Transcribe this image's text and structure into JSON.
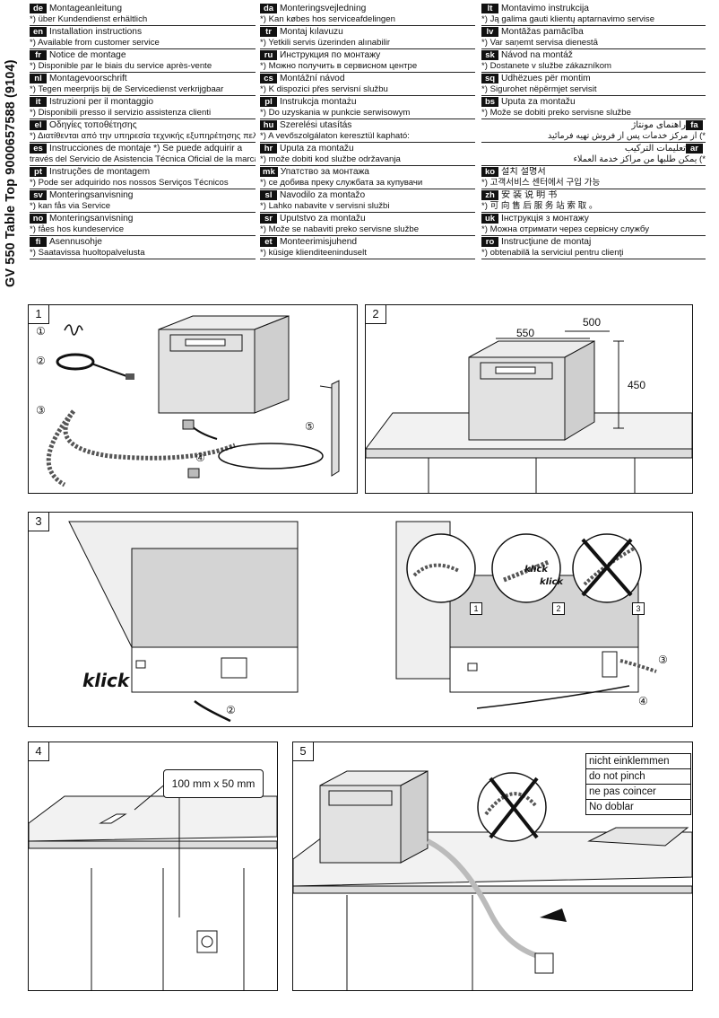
{
  "side_title": "GV 550 Table Top 9000657588 (9104)",
  "languages": [
    [
      {
        "code": "de",
        "title": "Montageanleitung",
        "note": "*) über Kundendienst erhältlich"
      },
      {
        "code": "en",
        "title": "Installation instructions",
        "note": "*) Available from customer service"
      },
      {
        "code": "fr",
        "title": "Notice de montage",
        "note": "*) Disponible par le biais du service après-vente"
      },
      {
        "code": "nl",
        "title": "Montagevoorschrift",
        "note": "*) Tegen meerprijs bij de Servicedienst verkrijgbaar"
      },
      {
        "code": "it",
        "title": "Istruzioni per il montaggio",
        "note": "*) Disponibili presso il servizio assistenza clienti"
      },
      {
        "code": "el",
        "title": "Οδηγίες τοποθέτησης",
        "note": "*) Διατίθενται από την υπηρεσία τεχνικής εξυπηρέτησης πελατών"
      },
      {
        "code": "es",
        "title": "Instrucciones de montaje   *) Se puede adquirir a",
        "note": "través del Servicio de Asistencia Técnica Oficial de la marca"
      },
      {
        "code": "pt",
        "title": "Instruções de montagem",
        "note": "*) Pode ser adquirido nos nossos Serviços Técnicos"
      },
      {
        "code": "sv",
        "title": "Monteringsanvisning",
        "note": "*) kan fås via Service"
      },
      {
        "code": "no",
        "title": "Monteringsanvisning",
        "note": "*) fåes hos kundeservice"
      },
      {
        "code": "fi",
        "title": "Asennusohje",
        "note": "*) Saatavissa huoltopalvelusta"
      }
    ],
    [
      {
        "code": "da",
        "title": "Monteringsvejledning",
        "note": "*) Kan købes hos serviceafdelingen"
      },
      {
        "code": "tr",
        "title": "Montaj kılavuzu",
        "note": "*) Yetkili servis üzerinden alınabilir"
      },
      {
        "code": "ru",
        "title": "Инструкция по монтажу",
        "note": "*) Можно получить в сервисном центре"
      },
      {
        "code": "cs",
        "title": "Montážní návod",
        "note": "*) K dispozici přes servisní službu"
      },
      {
        "code": "pl",
        "title": "Instrukcja montażu",
        "note": "*) Do uzyskania w punkcie serwisowym"
      },
      {
        "code": "hu",
        "title": "Szerelési utasítás",
        "note": "*) A vevőszolgálaton keresztül kapható:"
      },
      {
        "code": "hr",
        "title": "Uputa za montažu",
        "note": "*) može dobiti kod službe održavanja"
      },
      {
        "code": "mk",
        "title": "Упатство за монтажа",
        "note": "*) се добива преку службата за купувачи"
      },
      {
        "code": "sl",
        "title": "Navodilo za montažo",
        "note": "*) Lahko nabavite v servisni službi"
      },
      {
        "code": "sr",
        "title": "Uputstvo za montažu",
        "note": "*) Može se nabaviti preko servisne službe"
      },
      {
        "code": "et",
        "title": "Monteerimisjuhend",
        "note": "*) küsige klienditeeninduselt"
      }
    ],
    [
      {
        "code": "lt",
        "title": "Montavimo instrukcija",
        "note": "*) Ją galima gauti klientų aptarnavimo servise"
      },
      {
        "code": "lv",
        "title": "Montāžas pamācība",
        "note": "*) Var saņemt servisa dienestā"
      },
      {
        "code": "sk",
        "title": "Návod na montáž",
        "note": "*) Dostanete v službe zákazníkom"
      },
      {
        "code": "sq",
        "title": "Udhëzues për montim",
        "note": "*) Sigurohet nëpërmjet servisit"
      },
      {
        "code": "bs",
        "title": "Uputa za montažu",
        "note": "*) Može se dobiti preko servisne službe"
      },
      {
        "code": "fa",
        "title": "راهنمای مونتاژ",
        "note": "*) از مرکز خدمات پس از فروش تهیه فرمائید",
        "rtl": true
      },
      {
        "code": "ar",
        "title": "تعليمات التركيب",
        "note": "*) يمكن طلبها من مراكز خدمة العملاء",
        "rtl": true
      },
      {
        "code": "ko",
        "title": "설치 설명서",
        "note": "*) 고객서비스 센터에서 구입 가능"
      },
      {
        "code": "zh",
        "title": "安 装 说 明 书",
        "note": "*) 可 向 售 后 服 务 站 索 取 。"
      },
      {
        "code": "uk",
        "title": "Інструкція з монтажу",
        "note": "*) Можна отримати через сервісну службу"
      },
      {
        "code": "ro",
        "title": "Instrucţiune de montaj",
        "note": "*) obtenabilă la serviciul pentru clienţi"
      }
    ]
  ],
  "panels": {
    "p1": {
      "num": "1",
      "parts": [
        "1",
        "2",
        "3",
        "4",
        "5"
      ]
    },
    "p2": {
      "num": "2",
      "dim_depth": "500",
      "dim_width": "550",
      "dim_height": "450"
    },
    "p3": {
      "num": "3",
      "klick": "klick",
      "sub": [
        "1",
        "2",
        "3"
      ],
      "parts": [
        "2",
        "3",
        "4"
      ],
      "klick_small": [
        "klick",
        "klick"
      ]
    },
    "p4": {
      "num": "4",
      "cutout": "100 mm x 50 mm"
    },
    "p5": {
      "num": "5",
      "warnings": [
        "nicht einklemmen",
        "do not pinch",
        "ne pas coincer",
        "No doblar"
      ]
    }
  },
  "colors": {
    "ink": "#111111",
    "appliance": "#d9d9d9",
    "wall": "#efefef"
  }
}
